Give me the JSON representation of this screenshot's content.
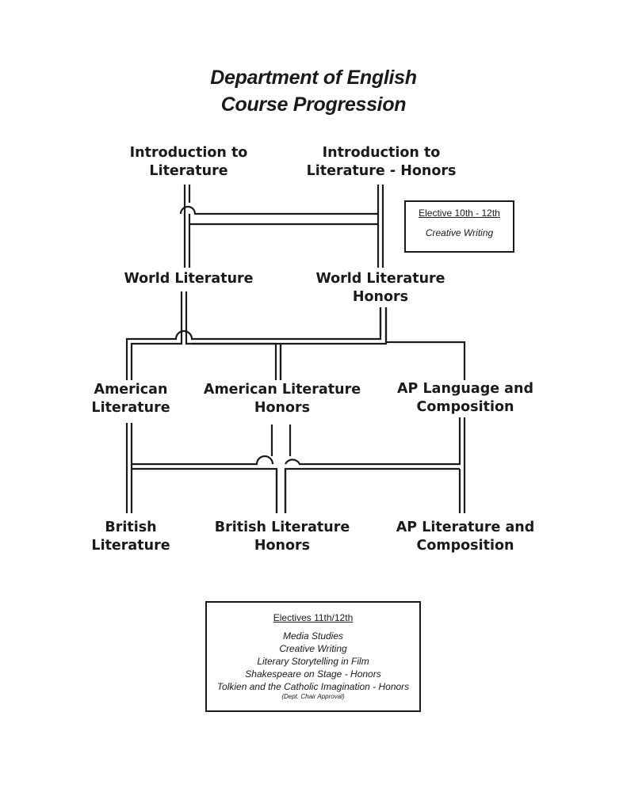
{
  "title": {
    "line1": "Department of English",
    "line2": "Course Progression"
  },
  "courses": {
    "intro_lit": [
      "Introduction to",
      "Literature"
    ],
    "intro_lit_honors": [
      "Introduction to",
      "Literature - Honors"
    ],
    "world_lit": [
      "World Literature"
    ],
    "world_lit_honors": [
      "World Literature",
      "Honors"
    ],
    "american_lit": [
      "American",
      "Literature"
    ],
    "american_lit_honors": [
      "American Literature",
      "Honors"
    ],
    "ap_language": [
      "AP Language and",
      "Composition"
    ],
    "british_lit": [
      "British",
      "Literature"
    ],
    "british_lit_honors": [
      "British Literature",
      "Honors"
    ],
    "ap_literature": [
      "AP Literature and",
      "Composition"
    ]
  },
  "elective_box_1": {
    "heading": "Elective 10th - 12th",
    "items": [
      "Creative Writing"
    ]
  },
  "elective_box_2": {
    "heading": "Electives 11th/12th",
    "items": [
      "Media Studies",
      "Creative Writing",
      "Literary Storytelling in Film",
      "Shakespeare on Stage - Honors",
      "Tolkien and the Catholic Imagination - Honors"
    ],
    "note": "(Dept. Chair Approval)"
  },
  "colors": {
    "ink": "#1a1a1a",
    "background": "#ffffff"
  }
}
